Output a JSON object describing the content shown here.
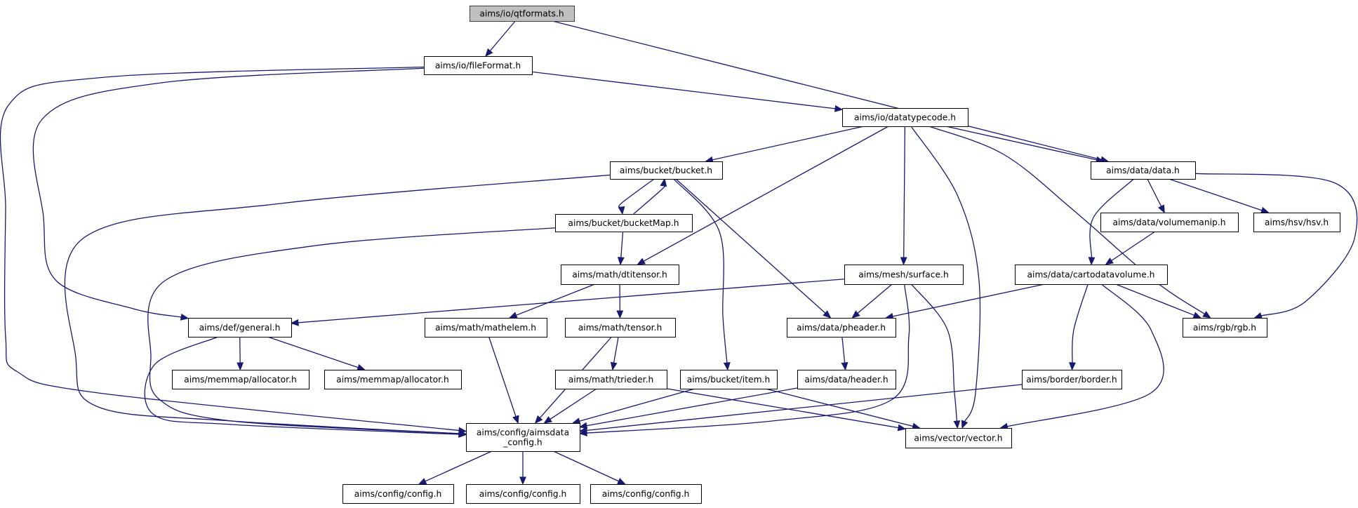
{
  "graph": {
    "root": "qtformats",
    "colors": {
      "edge": "#191970",
      "root_fill": "#bfbfbf",
      "node_fill": "#ffffff",
      "node_border": "#000000"
    },
    "nodes": {
      "qtformats": [
        "aims/io/qtformats.h"
      ],
      "fileformat": [
        "aims/io/fileFormat.h"
      ],
      "datatypecode": [
        "aims/io/datatypecode.h"
      ],
      "bucket": [
        "aims/bucket/bucket.h"
      ],
      "data": [
        "aims/data/data.h"
      ],
      "bucketmap": [
        "aims/bucket/bucketMap.h"
      ],
      "volumemanip": [
        "aims/data/volumemanip.h"
      ],
      "hsv": [
        "aims/hsv/hsv.h"
      ],
      "dtitensor": [
        "aims/math/dtitensor.h"
      ],
      "surface": [
        "aims/mesh/surface.h"
      ],
      "cartodatavolume": [
        "aims/data/cartodatavolume.h"
      ],
      "general": [
        "aims/def/general.h"
      ],
      "mathelem": [
        "aims/math/mathelem.h"
      ],
      "tensor": [
        "aims/math/tensor.h"
      ],
      "pheader": [
        "aims/data/pheader.h"
      ],
      "rgb": [
        "aims/rgb/rgb.h"
      ],
      "allocator1": [
        "aims/memmap/allocator.h"
      ],
      "allocator2": [
        "aims/memmap/allocator.h"
      ],
      "trieder": [
        "aims/math/trieder.h"
      ],
      "item": [
        "aims/bucket/item.h"
      ],
      "header": [
        "aims/data/header.h"
      ],
      "border": [
        "aims/border/border.h"
      ],
      "aimsdata_config": [
        "aims/config/aimsdata",
        "_config.h"
      ],
      "vector": [
        "aims/vector/vector.h"
      ],
      "config1": [
        "aims/config/config.h"
      ],
      "config2": [
        "aims/config/config.h"
      ],
      "config3": [
        "aims/config/config.h"
      ]
    },
    "edges": [
      [
        "qtformats",
        "fileformat"
      ],
      [
        "qtformats",
        "data"
      ],
      [
        "fileformat",
        "datatypecode"
      ],
      [
        "fileformat",
        "general"
      ],
      [
        "fileformat",
        "aimsdata_config"
      ],
      [
        "datatypecode",
        "bucket"
      ],
      [
        "datatypecode",
        "data"
      ],
      [
        "datatypecode",
        "dtitensor"
      ],
      [
        "datatypecode",
        "surface"
      ],
      [
        "datatypecode",
        "vector"
      ],
      [
        "datatypecode",
        "rgb"
      ],
      [
        "bucket",
        "bucketmap"
      ],
      [
        "bucket",
        "pheader"
      ],
      [
        "bucket",
        "item"
      ],
      [
        "bucket",
        "aimsdata_config"
      ],
      [
        "bucketmap",
        "bucket"
      ],
      [
        "bucketmap",
        "dtitensor"
      ],
      [
        "bucketmap",
        "aimsdata_config"
      ],
      [
        "data",
        "volumemanip"
      ],
      [
        "data",
        "hsv"
      ],
      [
        "data",
        "cartodatavolume"
      ],
      [
        "data",
        "rgb"
      ],
      [
        "volumemanip",
        "cartodatavolume"
      ],
      [
        "dtitensor",
        "mathelem"
      ],
      [
        "dtitensor",
        "tensor"
      ],
      [
        "surface",
        "general"
      ],
      [
        "surface",
        "pheader"
      ],
      [
        "surface",
        "vector"
      ],
      [
        "surface",
        "aimsdata_config"
      ],
      [
        "cartodatavolume",
        "pheader"
      ],
      [
        "cartodatavolume",
        "rgb"
      ],
      [
        "cartodatavolume",
        "border"
      ],
      [
        "cartodatavolume",
        "vector"
      ],
      [
        "general",
        "allocator1"
      ],
      [
        "general",
        "allocator2"
      ],
      [
        "general",
        "aimsdata_config"
      ],
      [
        "mathelem",
        "aimsdata_config"
      ],
      [
        "tensor",
        "trieder"
      ],
      [
        "tensor",
        "aimsdata_config"
      ],
      [
        "pheader",
        "header"
      ],
      [
        "trieder",
        "aimsdata_config"
      ],
      [
        "trieder",
        "vector"
      ],
      [
        "item",
        "aimsdata_config"
      ],
      [
        "item",
        "vector"
      ],
      [
        "header",
        "aimsdata_config"
      ],
      [
        "border",
        "aimsdata_config"
      ],
      [
        "aimsdata_config",
        "config1"
      ],
      [
        "aimsdata_config",
        "config2"
      ],
      [
        "aimsdata_config",
        "config3"
      ]
    ]
  }
}
